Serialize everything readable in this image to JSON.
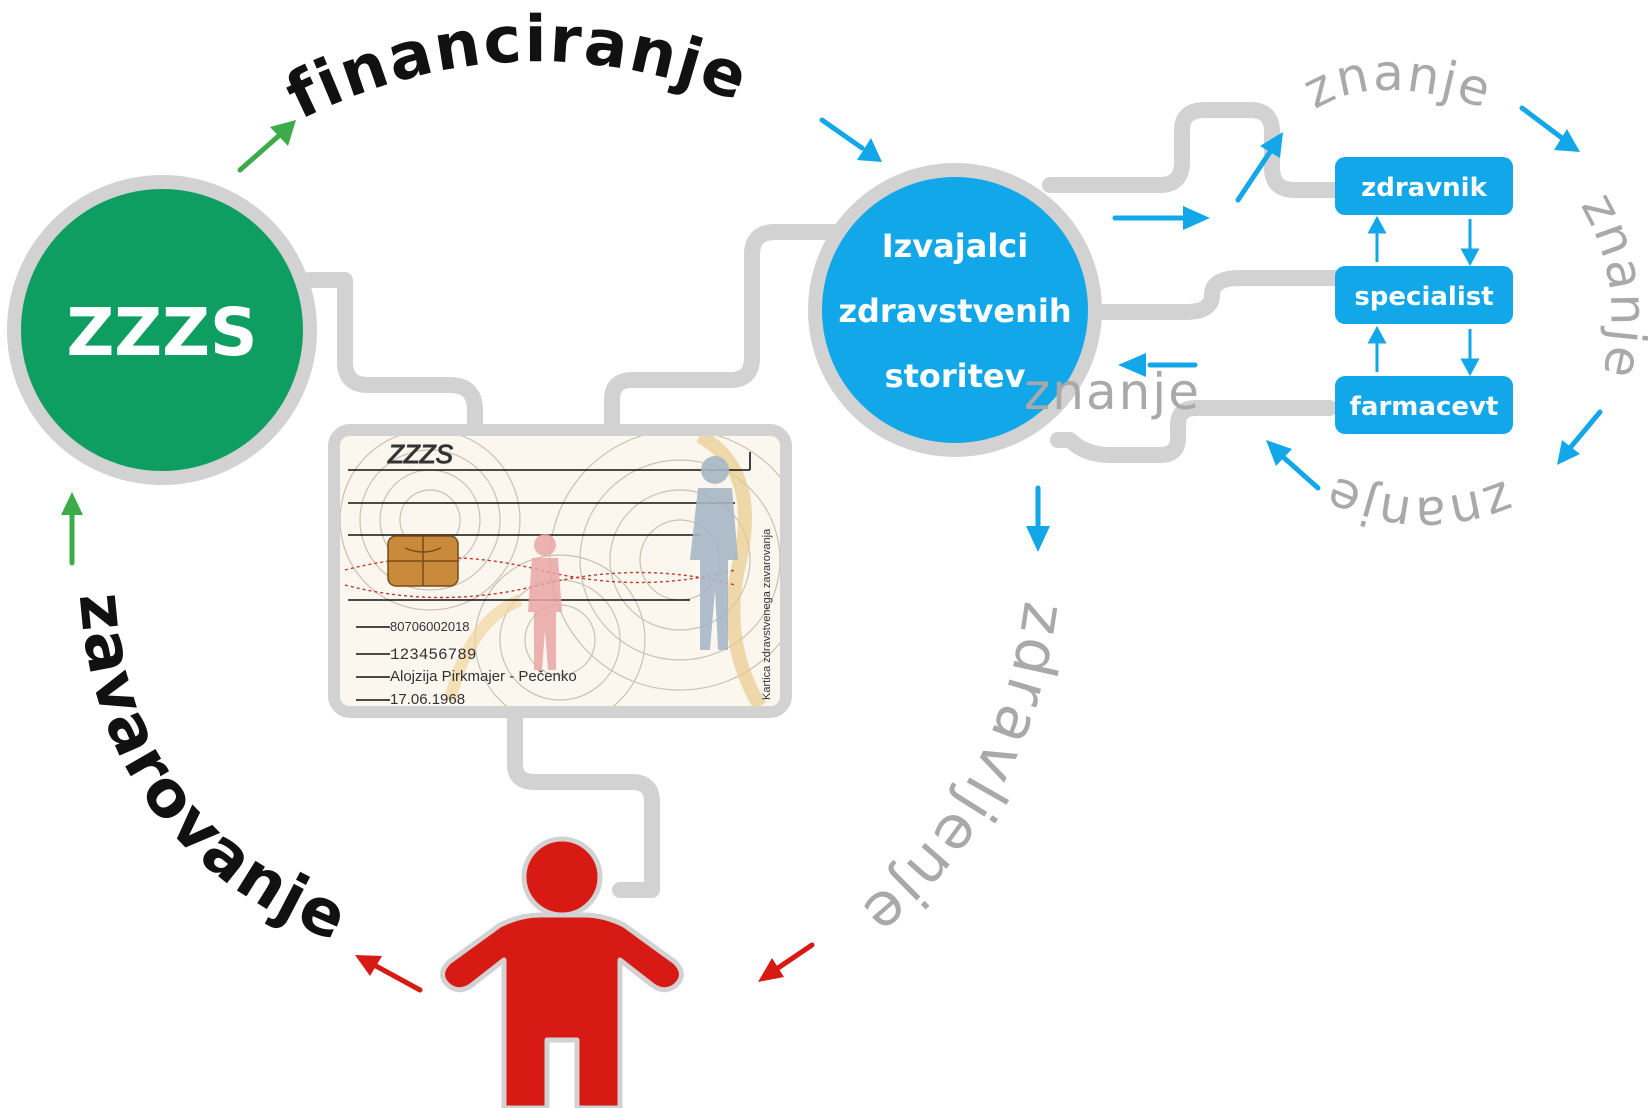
{
  "nodes": {
    "zzzs": {
      "label": "ZZZS",
      "color": "#0f9e62"
    },
    "providers": {
      "lines": [
        "Izvajalci",
        "zdravstvenih",
        "storitev"
      ],
      "color": "#12a7e8"
    },
    "doctor": {
      "label": "zdravnik"
    },
    "specialist": {
      "label": "specialist"
    },
    "pharmacist": {
      "label": "farmacevt"
    },
    "person": {
      "color": "#d71a14"
    }
  },
  "flows": {
    "financing": "financiranje",
    "insurance": "zavarovanje",
    "healing": "zdravljenje",
    "knowledge": "znanje"
  },
  "card": {
    "logo": "ZZZS",
    "number": "80706002018",
    "insured_id": "123456789",
    "holder": "Alojzija Pirkmajer - Pečenko",
    "birth_date": "17.06.1968",
    "side_text": "Kartica zdravstvenega zavarovanja"
  },
  "colors": {
    "connector": "#d2d2d2",
    "green_arrow": "#3cab48",
    "blue_arrow": "#12a7e8",
    "red_arrow": "#d71a14",
    "grey_text": "#a9a9a9"
  }
}
